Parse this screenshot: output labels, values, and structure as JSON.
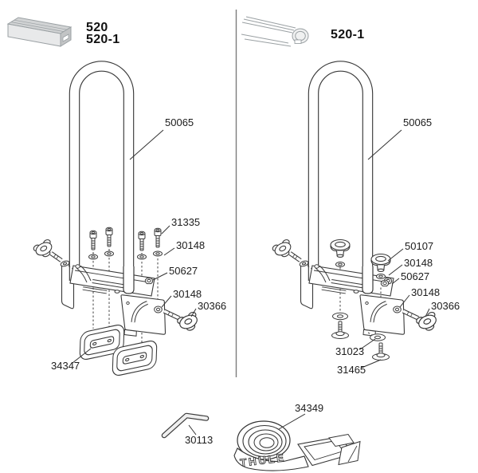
{
  "panels": {
    "left": {
      "models": [
        "520",
        "520-1"
      ],
      "callouts": {
        "tube": "50065",
        "bolt": "31335",
        "washer_upper": "30148",
        "locknut": "50627",
        "washer_lower": "30148",
        "knob": "30366",
        "foot_pads": "34347"
      }
    },
    "right": {
      "models": [
        "520-1"
      ],
      "callouts": {
        "tube": "50065",
        "wheel_knob": "50107",
        "washer_upper": "30148",
        "locknut": "50627",
        "washer_lower": "30148",
        "knob": "30366",
        "base_washer": "31023",
        "base_bolt": "31465"
      }
    }
  },
  "tools": {
    "allen_key": "30113",
    "strap": "34349",
    "strap_brand": "THULE"
  },
  "colors": {
    "line": "#3a3a3a",
    "icon_gray": "#9aa0a3",
    "divider": "#7d7d7d"
  }
}
